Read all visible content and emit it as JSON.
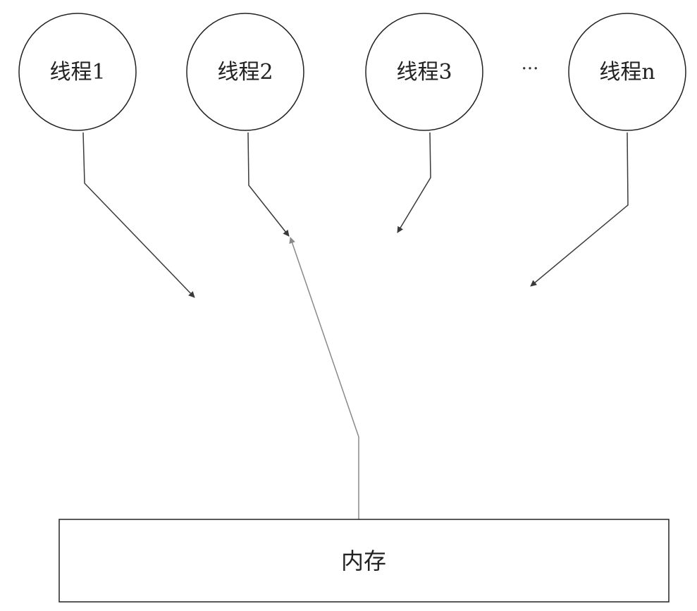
{
  "threads": [
    {
      "label": "线程1"
    },
    {
      "label": "线程2"
    },
    {
      "label": "线程3"
    },
    {
      "label": "线程n"
    }
  ],
  "ellipsis": "···",
  "memory": {
    "label": "内存"
  },
  "colors": {
    "dark_arrow": "#3a3a3a",
    "light_arrow": "#8a8a8a",
    "stroke": "#222222"
  }
}
